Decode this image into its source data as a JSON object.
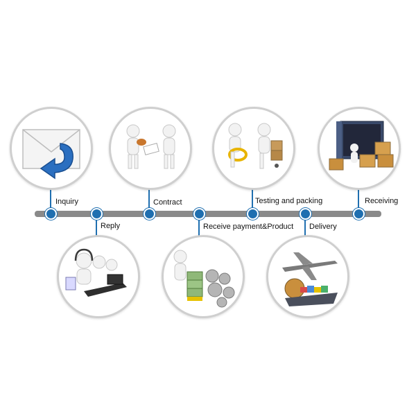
{
  "steps": {
    "inquiry": "Inquiry",
    "reply": "Reply",
    "contract": "Contract",
    "receive_payment": "Receive payment&Product",
    "testing_packing": "Testing and packing",
    "delivery": "Delivery",
    "receiving": "Receiving"
  },
  "colors": {
    "timeline": "#8a8a8a",
    "node": "#1f6fb0",
    "circle_border": "#cfcfcf"
  },
  "icons": {
    "inquiry": "envelope-reply-icon",
    "contract": "handshake-contract-icon",
    "testing_packing": "inspection-boxes-icon",
    "receiving": "container-boxes-icon",
    "reply": "call-center-icon",
    "receive_payment": "money-gears-icon",
    "delivery": "plane-ship-globe-icon"
  }
}
